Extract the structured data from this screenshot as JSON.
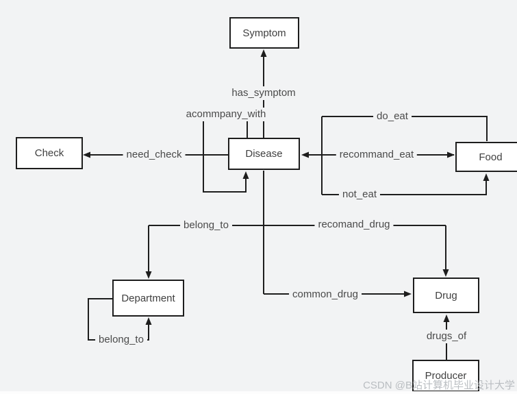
{
  "colors": {
    "background": "#f2f3f4",
    "line": "#1d1d1d",
    "node_fill": "#ffffff",
    "node_border": "#1d1d1d",
    "node_text": "#3f3f3f",
    "label_text": "#4a4a4a",
    "watermark": "#b9bdc1"
  },
  "nodes": {
    "symptom": {
      "label": "Symptom"
    },
    "check": {
      "label": "Check"
    },
    "disease": {
      "label": "Disease"
    },
    "food": {
      "label": "Food"
    },
    "department": {
      "label": "Department"
    },
    "drug": {
      "label": "Drug"
    },
    "producer": {
      "label": "Producer"
    }
  },
  "edge_labels": {
    "has_symptom": "has_symptom",
    "acommpany_with": "acommpany_with",
    "need_check": "need_check",
    "do_eat": "do_eat",
    "recommand_eat": "recommand_eat",
    "not_eat": "not_eat",
    "belong_to_department": "belong_to",
    "recomand_drug": "recomand_drug",
    "common_drug": "common_drug",
    "belong_to_self": "belong_to",
    "drugs_of": "drugs_of"
  },
  "watermark": "CSDN @B站计算机毕业设计大学"
}
